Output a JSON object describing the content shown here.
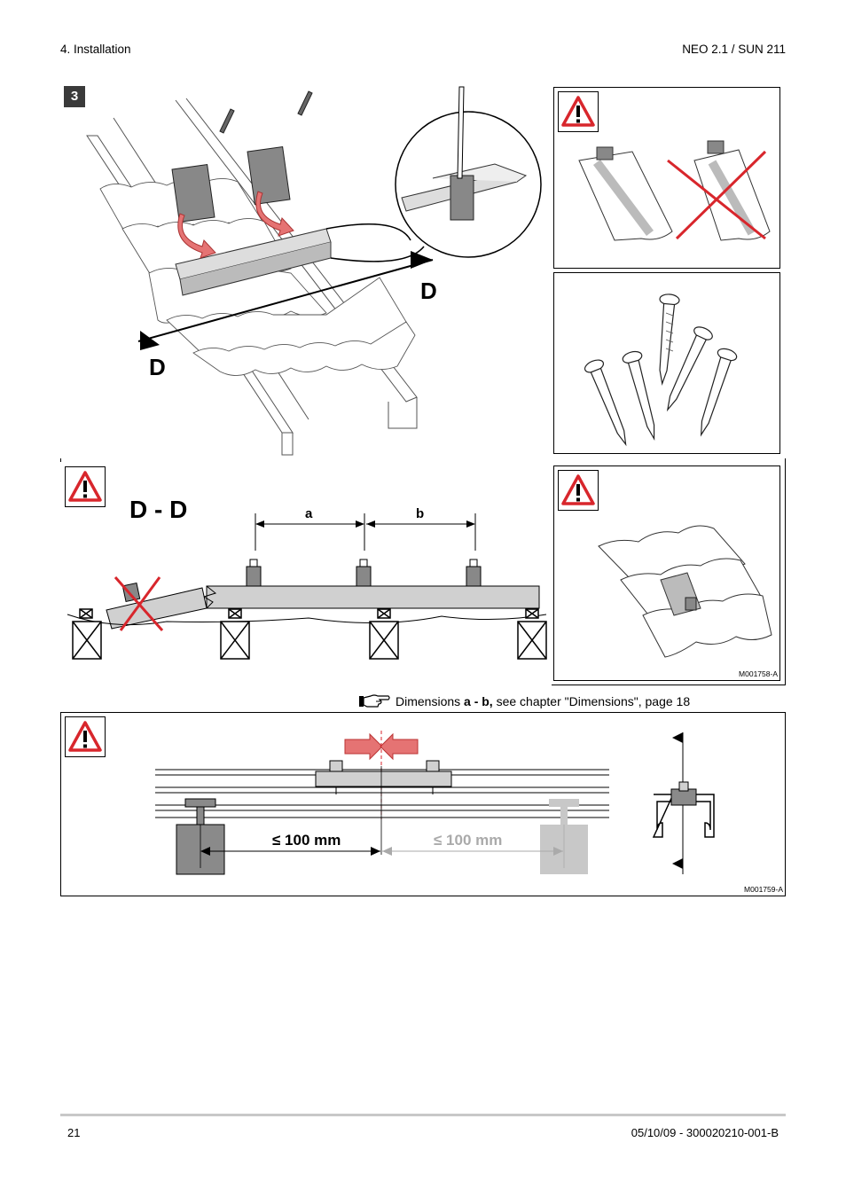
{
  "header": {
    "section": "4.  Installation",
    "product": "NEO 2.1 / SUN 211"
  },
  "figure1": {
    "step_number": "3",
    "section_marker_left": "D",
    "section_marker_right": "D",
    "section_view_label": "D - D",
    "dimension_a": "a",
    "dimension_b": "b",
    "ref_code": "M001758-A"
  },
  "note": {
    "prefix": "Dimensions ",
    "bold": "a - b,",
    "suffix": " see chapter \"Dimensions\", page 18"
  },
  "figure2": {
    "distance_label": "≤ 100 mm",
    "distance_label_ghost": "≤ 100 mm",
    "ref_code": "M001759-A"
  },
  "footer": {
    "page_number": "21",
    "doc_ref": "05/10/09  - 300020210-001-B"
  },
  "colors": {
    "warning_red": "#d8262c",
    "arrow_red": "#e57373",
    "part_grey": "#8a8a8a",
    "bar_grey": "#d0d0d0"
  }
}
